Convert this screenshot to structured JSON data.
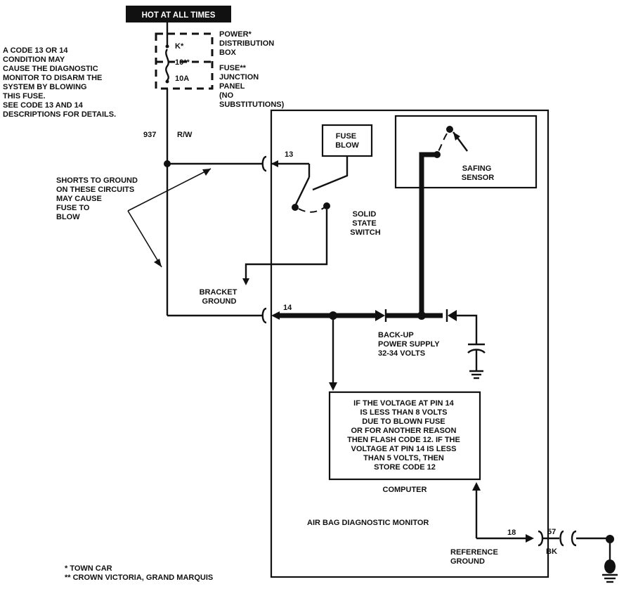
{
  "header": {
    "hot_label": "HOT AT ALL TIMES"
  },
  "fuse_box": {
    "fuse_id_1": "K*",
    "fuse_id_2": "10**",
    "fuse_rating": "10A",
    "label_power": [
      "POWER*",
      "DISTRIBUTION",
      "BOX"
    ],
    "label_fuse": [
      "FUSE**",
      "JUNCTION",
      "PANEL",
      "(NO",
      "SUBSTITUTIONS)"
    ]
  },
  "code_note": [
    "A CODE 13 OR 14",
    "CONDITION MAY",
    "CAUSE THE DIAGNOSTIC",
    "MONITOR TO DISARM THE",
    "SYSTEM BY BLOWING",
    "THIS FUSE.",
    "SEE CODE 13 AND 14",
    "DESCRIPTIONS FOR DETAILS."
  ],
  "wire": {
    "circuit": "937",
    "color": "R/W"
  },
  "shorts_note": [
    "SHORTS TO GROUND",
    "ON THESE CIRCUITS",
    "MAY CAUSE",
    "FUSE TO",
    "BLOW"
  ],
  "pins": {
    "pin13": "13",
    "pin14": "14",
    "pin18": "18",
    "ground_circuit": "57",
    "ground_color": "BK"
  },
  "fuse_blow": [
    "FUSE",
    "BLOW"
  ],
  "safing_sensor": [
    "SAFING",
    "SENSOR"
  ],
  "solid_state_switch": [
    "SOLID",
    "STATE",
    "SWITCH"
  ],
  "bracket_ground": [
    "BRACKET",
    "GROUND"
  ],
  "backup_supply": [
    "BACK-UP",
    "POWER SUPPLY",
    "32-34 VOLTS"
  ],
  "computer_note": [
    "IF THE VOLTAGE AT PIN 14",
    "IS LESS THAN 8 VOLTS",
    "DUE TO BLOWN FUSE",
    "OR FOR ANOTHER REASON",
    "THEN FLASH CODE 12. IF THE",
    "VOLTAGE AT PIN 14 IS LESS",
    "THAN 5 VOLTS, THEN",
    "STORE CODE 12"
  ],
  "computer_label": "COMPUTER",
  "monitor_label": "AIR BAG DIAGNOSTIC MONITOR",
  "reference_ground": [
    "REFERENCE",
    "GROUND"
  ],
  "footnotes": [
    "* TOWN CAR",
    "** CROWN VICTORIA, GRAND MARQUIS"
  ]
}
